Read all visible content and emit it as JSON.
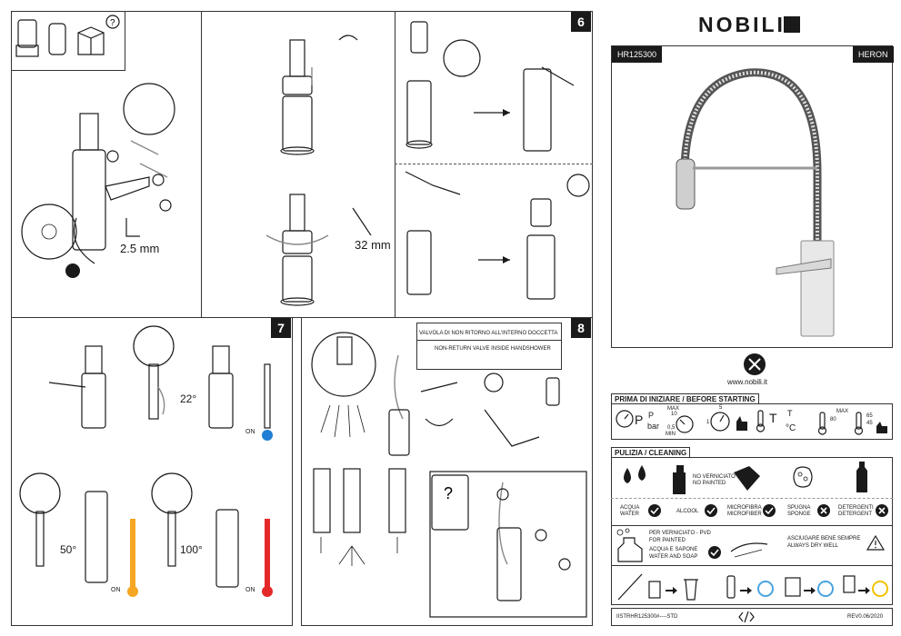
{
  "brand": {
    "logo_text": "NOBILI"
  },
  "product": {
    "code": "HR125300",
    "name": "HERON"
  },
  "website": "www.nobili.it",
  "panel6": {
    "step": "6",
    "wrench_size": "32 mm",
    "allen_size": "2.5 mm"
  },
  "panel7": {
    "step": "7",
    "angle_22": "22°",
    "angle_50": "50°",
    "angle_100": "100°",
    "on_label_1": "ON",
    "on_label_2": "ON",
    "on_label_3": "ON"
  },
  "panel8": {
    "step": "8",
    "valve_it": "VALVOLA DI NON RITORNO ALL'INTERNO DOCCETTA",
    "valve_en": "NON-RETURN VALVE INSIDE HANDSHOWER"
  },
  "before_starting": {
    "title": "PRIMA DI INIZIARE  / BEFORE STARTING",
    "p_label": "P",
    "bar_label": "bar",
    "max_label": "MAX",
    "max_val": "10",
    "min_val": "0,5",
    "min_label": "MIN",
    "gauge5": "5",
    "gauge1": "1",
    "t_label": "T",
    "c_label": "°C",
    "max2": "MAX",
    "t80": "80",
    "t65": "65",
    "t45": "45"
  },
  "cleaning": {
    "title": "PULIZIA  / CLEANING",
    "no_painted_it": "NO VERNICIATO",
    "no_painted_en": "NO PAINTED",
    "acqua": "ACQUA",
    "water": "WATER",
    "alcool": "ALCOOL",
    "microfibra": "MICROFIBRA",
    "microfiber": "MICROFIBER",
    "spugna": "SPUGNA",
    "sponge": "SPONGE",
    "detergenti": "DETERGENTI",
    "detergent": "DETERGENT",
    "per_verniciato": "PER VERNICIATO - PVD",
    "for_painted": "FOR PAINTED",
    "acqua_sapone": "ACQUA E SAPONE",
    "water_soap": "WATER AND SOAP",
    "dry_it": "ASCIUGARE BENE SEMPRE",
    "dry_en": "ALWAYS DRY WELL"
  },
  "footer": {
    "doc_code": "IISTRHR125300#----STD",
    "rev": "REV0.06/2020"
  }
}
